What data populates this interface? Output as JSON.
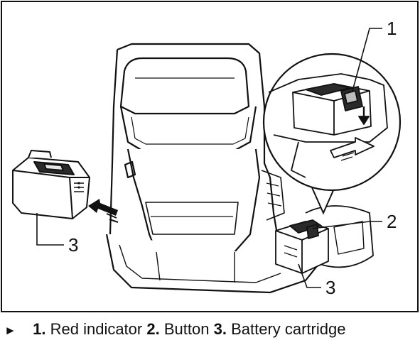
{
  "callouts": {
    "c1": "1",
    "c2": "2",
    "c3_left": "3",
    "c3_right": "3"
  },
  "caption": {
    "marker": "►",
    "items": [
      {
        "number": "1.",
        "label": "Red indicator"
      },
      {
        "number": "2.",
        "label": "Button"
      },
      {
        "number": "3.",
        "label": "Battery cartridge"
      }
    ]
  },
  "colors": {
    "line": "#111111",
    "light_fill": "#e6e6e6",
    "mid_fill": "#bdbdbd",
    "dark_fill": "#2a2a2a"
  }
}
